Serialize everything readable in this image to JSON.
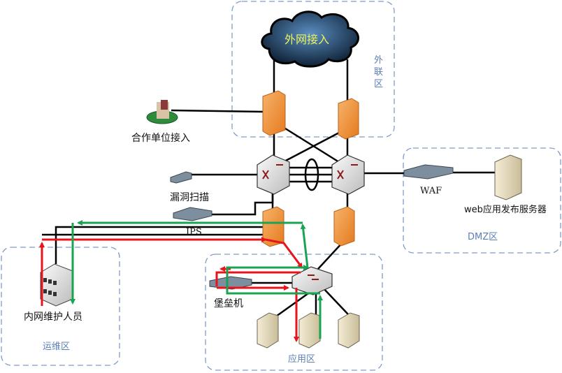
{
  "title": "网络安全拓扑图",
  "zones": {
    "external": {
      "label": "外联区"
    },
    "dmz": {
      "label": "DMZ区"
    },
    "ops": {
      "label": "运维区"
    },
    "app": {
      "label": "应用区"
    }
  },
  "nodes": {
    "internet": {
      "label": "外网接入",
      "icon": "cloud-icon"
    },
    "partner": {
      "label": "合作单位接入",
      "icon": "building-icon"
    },
    "vuln_scan": {
      "label": "漏洞扫描",
      "icon": "appliance-icon"
    },
    "ips": {
      "label": "IPS",
      "icon": "appliance-icon"
    },
    "waf": {
      "label": "WAF",
      "icon": "appliance-icon"
    },
    "web_server": {
      "label": "web应用发布服务器",
      "icon": "server-icon"
    },
    "ops_staff": {
      "label": "内网维护人员",
      "icon": "building-icon"
    },
    "bastion": {
      "label": "堡垒机",
      "icon": "appliance-icon"
    }
  },
  "colors": {
    "zone_border": "#7f9cc8",
    "zone_text": "#5b7fb5",
    "link": "#000000",
    "request_flow": "#e8141b",
    "response_flow": "#17a553",
    "firewall": "#f0913a",
    "cloud": "#1f3f63",
    "cloud_text": "#e8f25a"
  }
}
